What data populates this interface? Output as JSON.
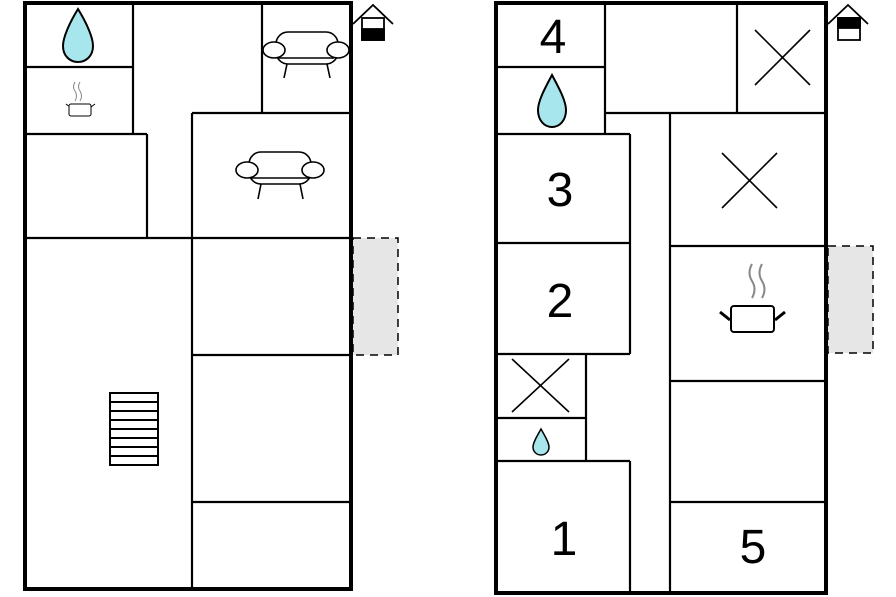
{
  "colors": {
    "water": "#a8e6ee",
    "balcony": "#e6e6e6",
    "wall": "#000000"
  },
  "icons": [
    "water-drop-icon",
    "cooking-pot-icon",
    "sofa-icon",
    "staircase-icon",
    "bed-cross-icon",
    "house-level-icon"
  ],
  "floors": [
    {
      "id": "ground-floor",
      "room_numbers": []
    },
    {
      "id": "upper-floor",
      "room_numbers": [
        "4",
        "3",
        "2",
        "1",
        "5"
      ]
    }
  ]
}
